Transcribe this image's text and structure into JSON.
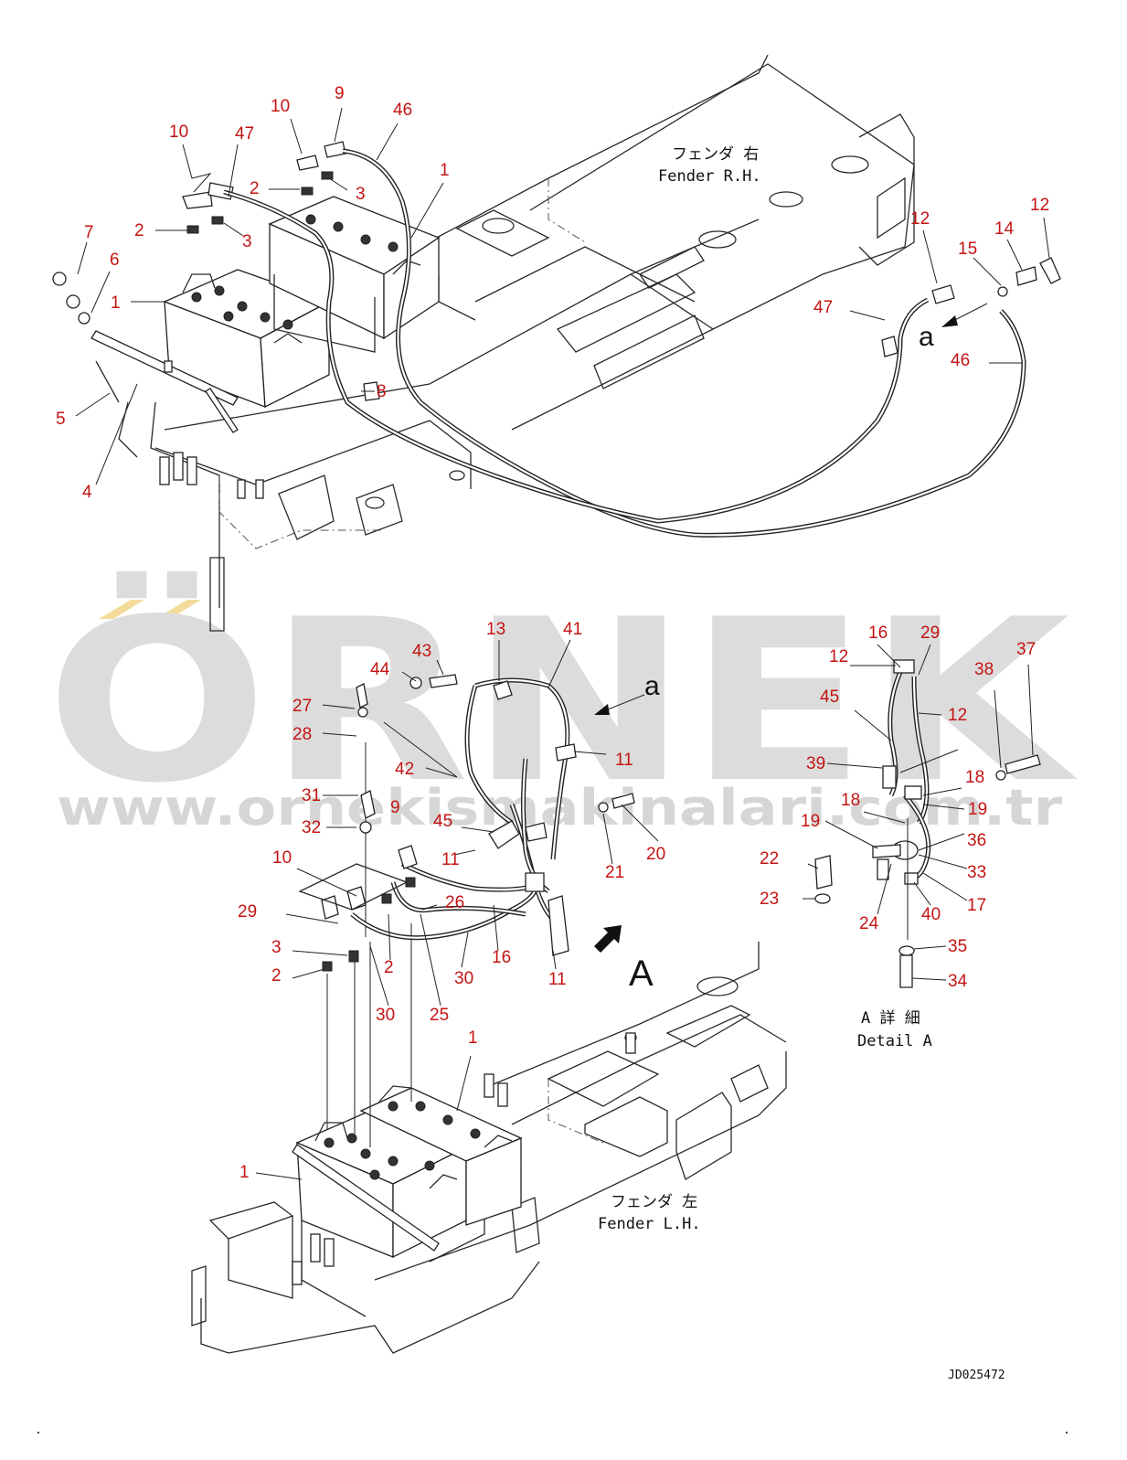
{
  "watermark": {
    "brand": "ÖRNEK",
    "url": "www.ornekismakinalari.com.tr",
    "brand_color": "#dcdcdc",
    "accent_color": "#f3dc9a"
  },
  "labels": {
    "fender_rh_jp": "フェンダ 右",
    "fender_rh_en": "Fender R.H.",
    "fender_lh_jp": "フェンダ 左",
    "fender_lh_en": "Fender L.H.",
    "detail_jp": "A 詳 細",
    "detail_en": "Detail A",
    "view_a": "A",
    "ref_a_1": "a",
    "ref_a_2": "a",
    "drawing_code": "JD025472"
  },
  "callouts": {
    "c1": "10",
    "c2": "47",
    "c3": "10",
    "c4": "9",
    "c5": "46",
    "c6": "2",
    "c7": "3",
    "c8": "2",
    "c9": "3",
    "c10": "1",
    "c11": "7",
    "c12": "6",
    "c13": "1",
    "c14": "5",
    "c15": "4",
    "c16": "8",
    "c17": "12",
    "c18": "15",
    "c19": "14",
    "c20": "12",
    "c21": "47",
    "c22": "46",
    "c23": "13",
    "c24": "41",
    "c25": "44",
    "c26": "43",
    "c27": "27",
    "c28": "28",
    "c29": "42",
    "c30": "11",
    "c31": "31",
    "c32": "32",
    "c33": "9",
    "c34": "45",
    "c35": "11",
    "c36": "20",
    "c37": "21",
    "c38": "10",
    "c39": "26",
    "c40": "29",
    "c41": "16",
    "c42": "11",
    "c43": "3",
    "c44": "2",
    "c45": "2",
    "c46": "30",
    "c47": "30",
    "c48": "25",
    "c49": "1",
    "c50": "1",
    "c51": "16",
    "c52": "29",
    "c53": "12",
    "c54": "37",
    "c55": "45",
    "c56": "38",
    "c57": "12",
    "c58": "39",
    "c59": "18",
    "c60": "18",
    "c61": "19",
    "c62": "19",
    "c63": "36",
    "c64": "22",
    "c65": "33",
    "c66": "23",
    "c67": "24",
    "c68": "40",
    "c69": "17",
    "c70": "35",
    "c71": "34"
  },
  "colors": {
    "callout": "#c41414",
    "line": "#222222"
  }
}
